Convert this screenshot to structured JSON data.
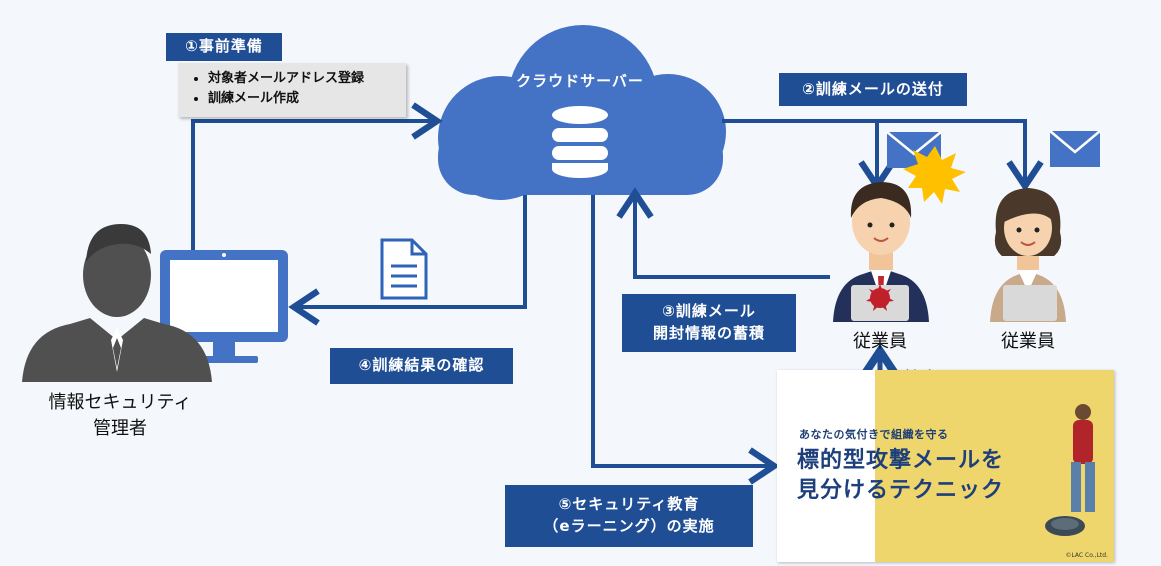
{
  "labels": {
    "step1": "①事前準備",
    "step2": "②訓練メールの送付",
    "step3_line1": "③訓練メール",
    "step3_line2": "開封情報の蓄積",
    "step4": "④訓練結果の確認",
    "step5_line1": "⑤セキュリティ教育",
    "step5_line2": "（eラーニング）の実施"
  },
  "prep_items": [
    "対象者メールアドレス登録",
    "訓練メール作成"
  ],
  "cloud": {
    "title": "クラウドサーバー"
  },
  "admin": {
    "line1": "情報セキュリティ",
    "line2": "管理者"
  },
  "employees": [
    "従業員",
    "従業員"
  ],
  "education_label": "教育",
  "elearning": {
    "subtitle": "あなたの気付きで組織を守る",
    "title_line1": "標的型攻撃メールを",
    "title_line2": "見分けるテクニック",
    "copyright": "©LAC Co.,Ltd."
  },
  "colors": {
    "accent": "#1f4e95",
    "cloud": "#4472c4",
    "banner": "#eed66d",
    "warning": "#ffc000"
  }
}
